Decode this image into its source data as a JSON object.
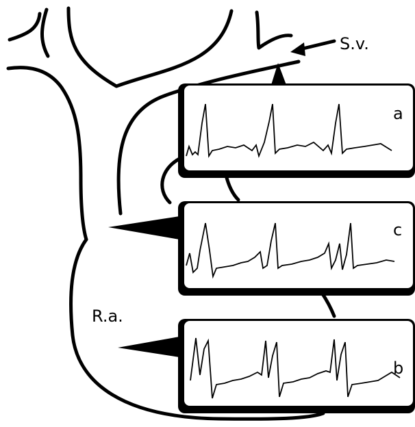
{
  "labels": {
    "sv": "S.v.",
    "ra": "R.a."
  },
  "panels": [
    {
      "id": "a",
      "label": "a"
    },
    {
      "id": "c",
      "label": "c"
    },
    {
      "id": "b",
      "label": "b"
    }
  ],
  "colors": {
    "ink": "#000000",
    "background": "#ffffff"
  }
}
